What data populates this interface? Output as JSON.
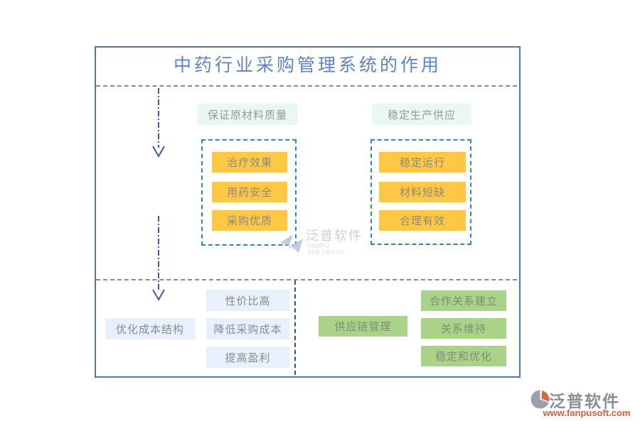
{
  "title": "中药行业采购管理系统的作用",
  "groups": {
    "quality": {
      "header": "保证原材料质量",
      "items": [
        "治疗效果",
        "用药安全",
        "采购优质"
      ]
    },
    "supply": {
      "header": "稳定生产供应",
      "items": [
        "稳定运行",
        "材料短缺",
        "合理有效"
      ]
    },
    "cost": {
      "header": "优化成本结构",
      "items": [
        "性价比高",
        "降低采购成本",
        "提高盈利"
      ]
    },
    "chain": {
      "header": "供应链管理",
      "items": [
        "合作关系建立",
        "关系维持",
        "稳定和优化"
      ]
    }
  },
  "watermark": {
    "brand": "泛普软件",
    "subtitle": "FANPU SOFTWARE"
  },
  "footer": {
    "brand": "泛普软件",
    "website": "www.fanpusoft.com"
  },
  "colors": {
    "frame_border": "#4b79bd",
    "title_blue": "#5c81d9",
    "dashed_box_blue": "#2e82dc",
    "arrow_blue": "#3a5cab",
    "item_yellow": "#fec844",
    "header_mint": "#e9f8f0",
    "item_lightblue": "#e7f0fb",
    "item_green": "#a9d487",
    "brand_orange": "#d2603c"
  }
}
